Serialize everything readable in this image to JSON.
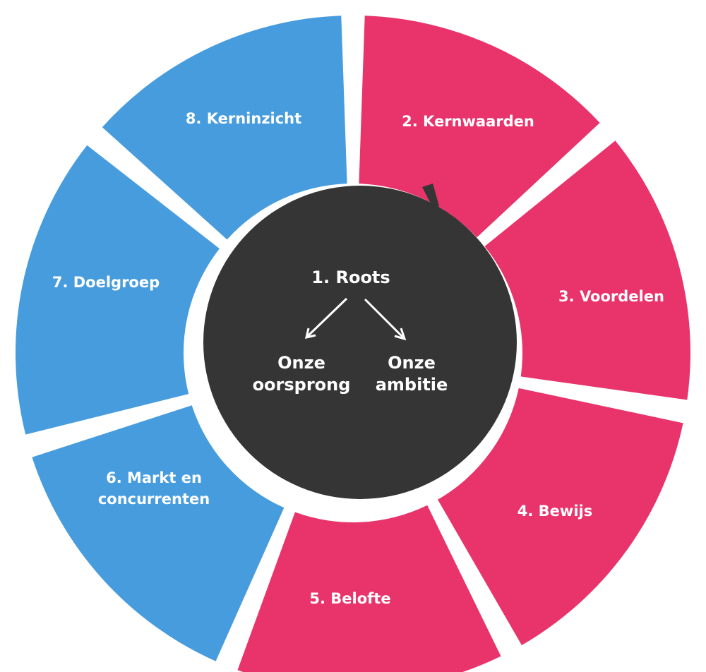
{
  "center": {
    "title": "1. Roots",
    "left_lines": [
      "Onze",
      "oorsprong"
    ],
    "right_lines": [
      "Onze",
      "ambitie"
    ]
  },
  "segments": [
    {
      "id": "kernwaarden",
      "lines": [
        "2. Kernwaarden"
      ]
    },
    {
      "id": "voordelen",
      "lines": [
        "3. Voordelen"
      ]
    },
    {
      "id": "bewijs",
      "lines": [
        "4. Bewijs"
      ]
    },
    {
      "id": "belofte",
      "lines": [
        "5. Belofte"
      ]
    },
    {
      "id": "markt",
      "lines": [
        "6. Markt en",
        "concurrenten"
      ]
    },
    {
      "id": "doelgroep",
      "lines": [
        "7. Doelgroep"
      ]
    },
    {
      "id": "kerninzicht",
      "lines": [
        "8. Kerninzicht"
      ]
    }
  ],
  "colors": {
    "pink": "#e8336b",
    "blue": "#479cdd",
    "center": "#353535",
    "text": "#ffffff"
  }
}
